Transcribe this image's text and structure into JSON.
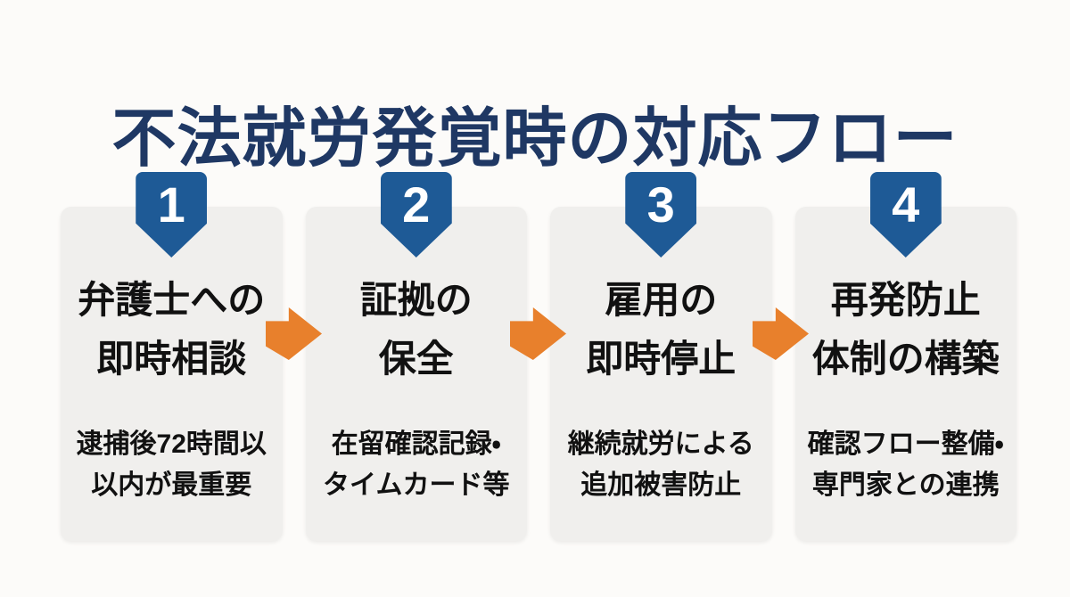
{
  "page": {
    "title": "不法就労発覚時の対応フロー"
  },
  "colors": {
    "page_bg": "#fcfbf9",
    "title_navy": "#1f3864",
    "badge_blue": "#1e5a96",
    "arrow_orange": "#e8802c",
    "card_bg": "#f0efed",
    "text_black": "#111111"
  },
  "steps": [
    {
      "number": "1",
      "title_line1": "弁護士への",
      "title_line2": "即時相談",
      "desc_line1": "逮捕後72時間以",
      "desc_line2": "以内が最重要"
    },
    {
      "number": "2",
      "title_line1": "証拠の",
      "title_line2": "保全",
      "desc_line1": "在留確認記録・",
      "desc_line2": "タイムカード等"
    },
    {
      "number": "3",
      "title_line1": "雇用の",
      "title_line2": "即時停止",
      "desc_line1": "継続就労による",
      "desc_line2": "追加被害防止"
    },
    {
      "number": "4",
      "title_line1": "再発防止",
      "title_line2": "体制の構築",
      "desc_line1": "確認フロー整備・",
      "desc_line2": "専門家との連携"
    }
  ]
}
